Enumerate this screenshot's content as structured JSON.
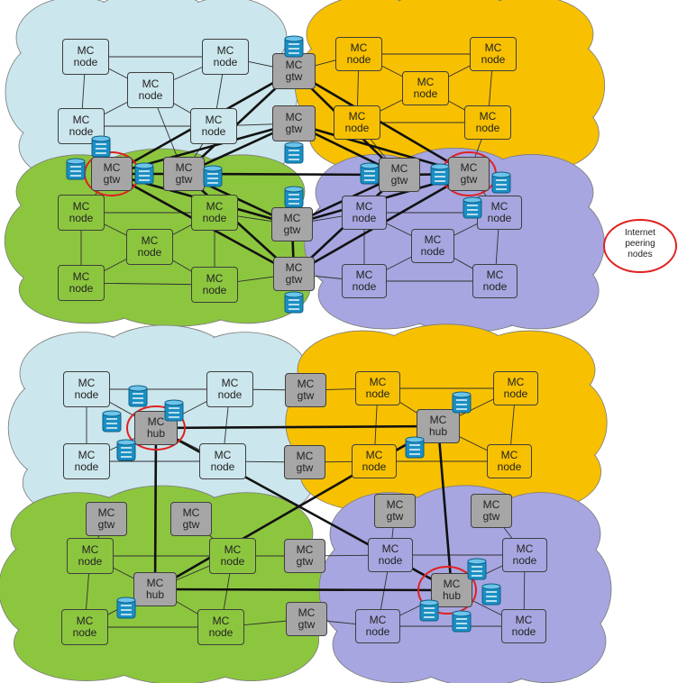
{
  "labels": {
    "mc": "MC",
    "node": "node",
    "gtw": "gtw",
    "hub": "hub"
  },
  "legend": {
    "line1": "Internet",
    "line2": "peering",
    "line3": "nodes"
  },
  "colors": {
    "cloud_blue": "#cbe6ec",
    "cloud_yellow": "#f7c000",
    "cloud_green": "#8cc63f",
    "cloud_purple": "#a7a6e0",
    "node_border": "#3f3f3f",
    "gateway_fill": "#a6a6a6",
    "peering_ring": "#e02020",
    "router_icon": "#1a8fc4"
  }
}
